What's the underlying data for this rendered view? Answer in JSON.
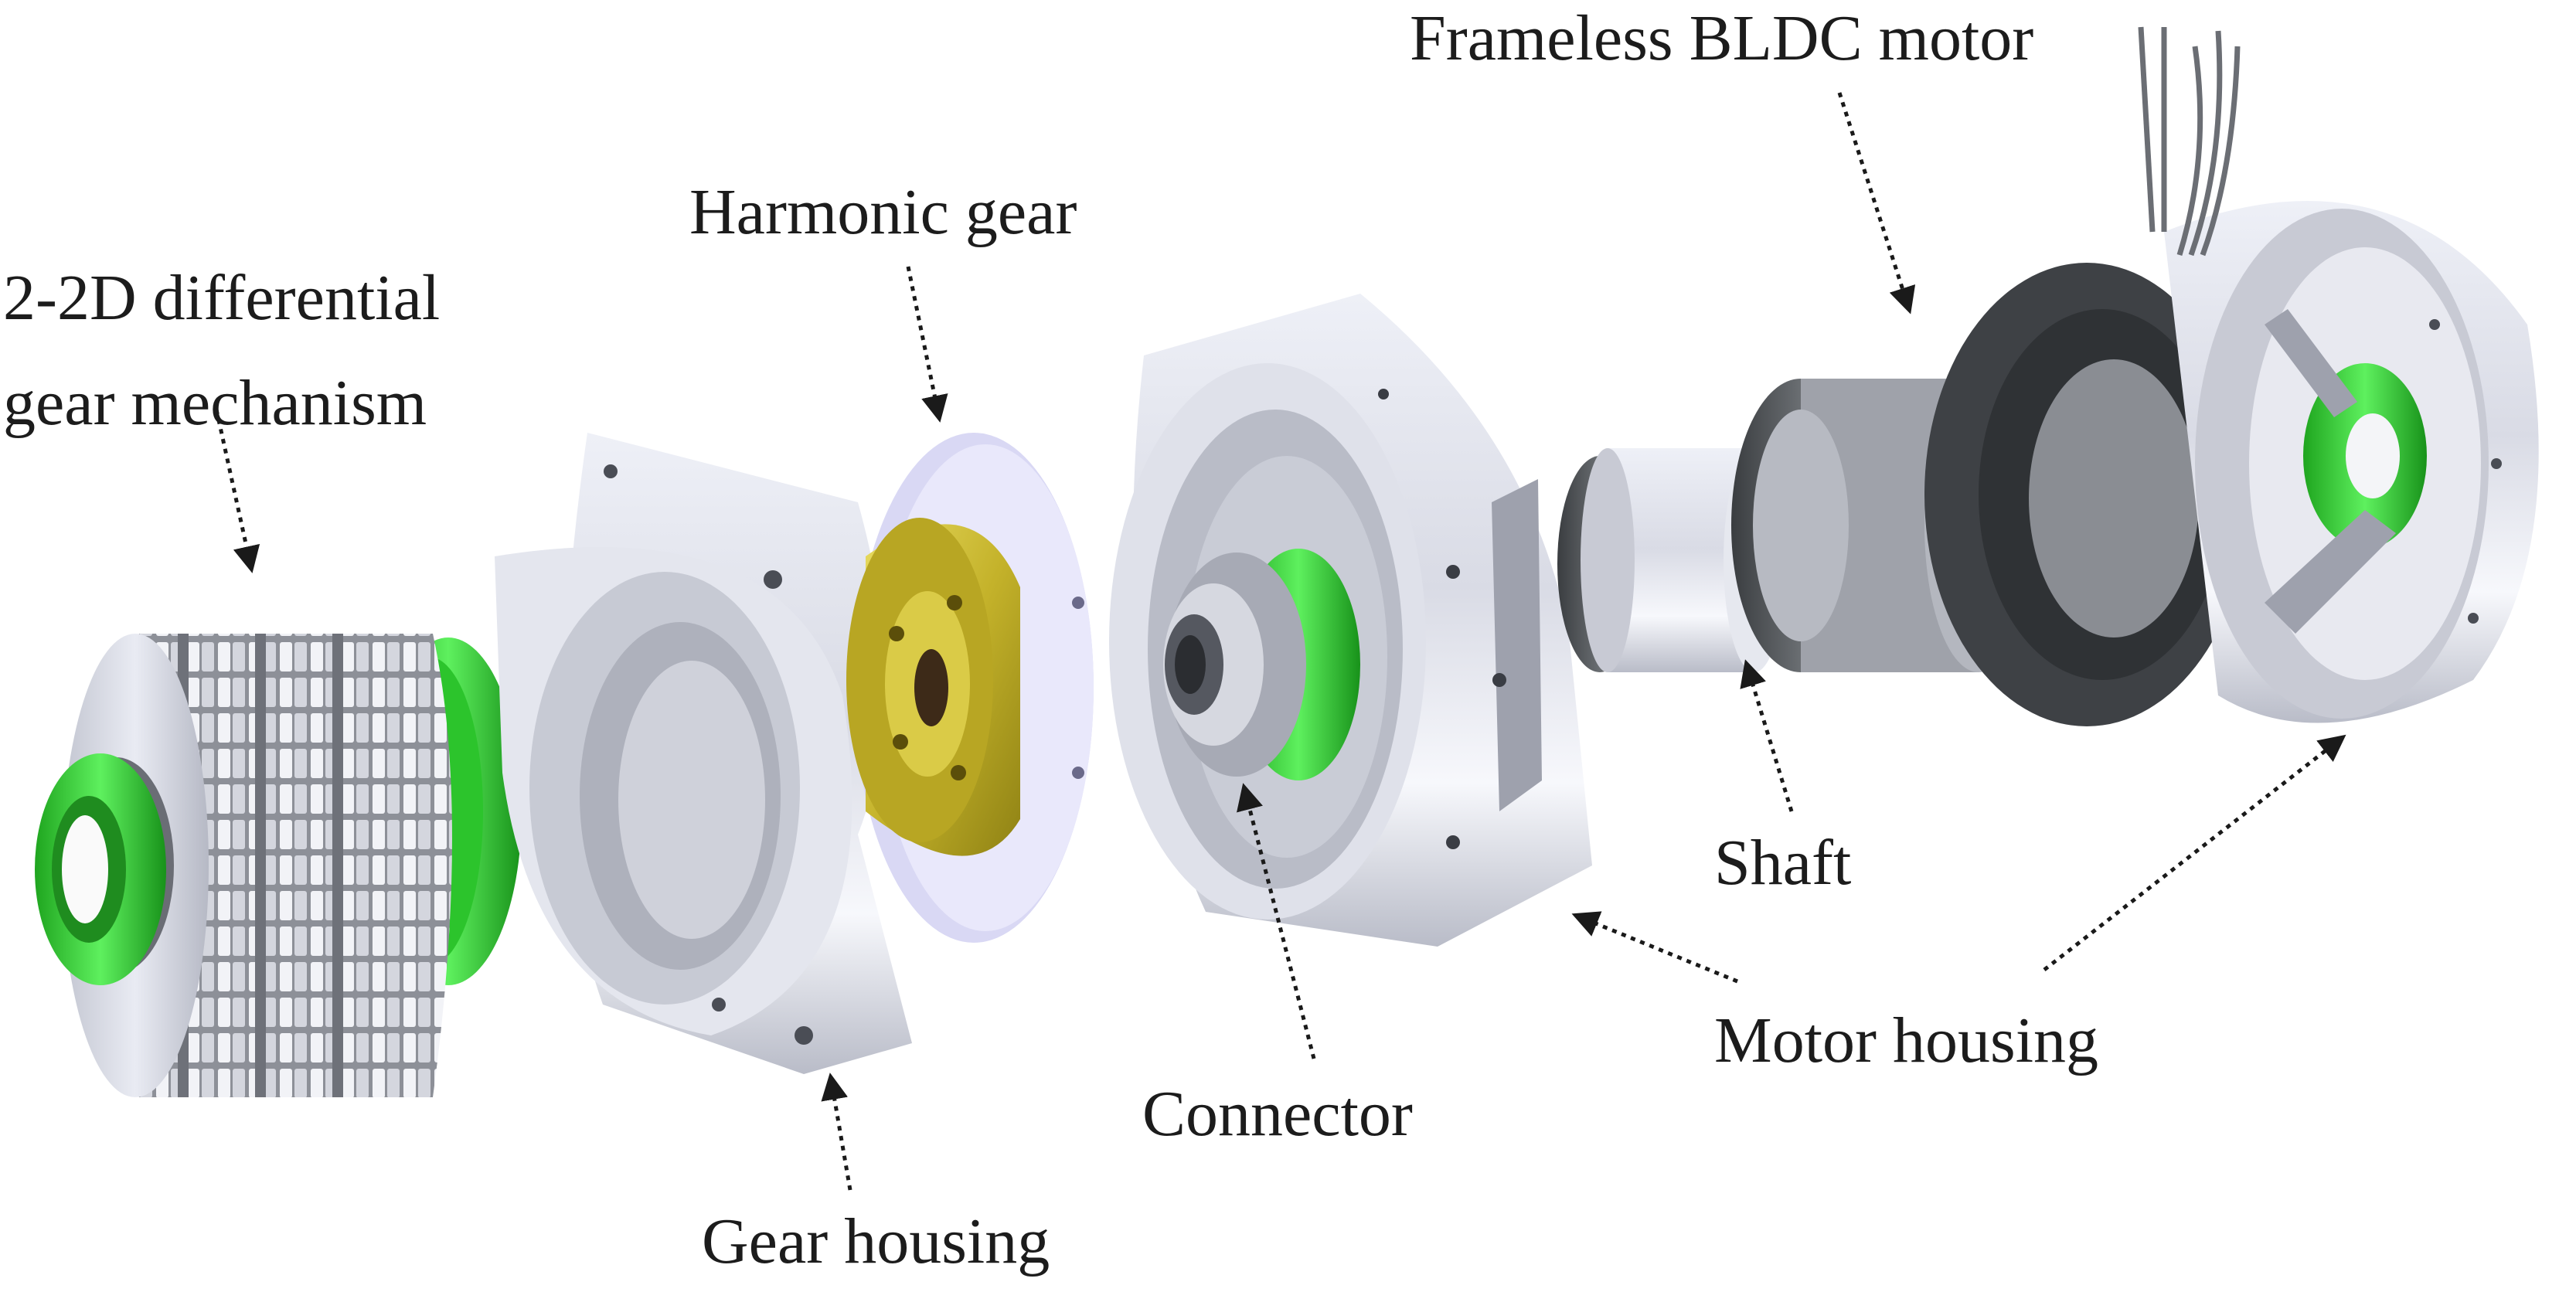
{
  "labels": {
    "differential_line1": "2-2D differential",
    "differential_line2": "gear mechanism",
    "harmonic_gear": "Harmonic gear",
    "frameless_motor": "Frameless BLDC motor",
    "shaft": "Shaft",
    "motor_housing": "Motor housing",
    "connector": "Connector",
    "gear_housing": "Gear housing"
  },
  "colors": {
    "gear_green": "#2fd12f",
    "harmonic_yellow": "#c9b92a",
    "housing_silver": "#d6d8e2",
    "stator_dark": "#4a4d50",
    "leader_line": "#1a1a1a"
  }
}
